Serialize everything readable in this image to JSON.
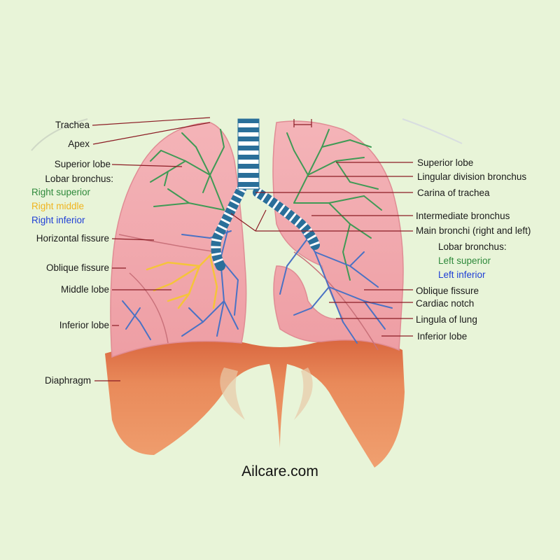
{
  "labels_left": {
    "trachea": "Trachea",
    "apex": "Apex",
    "superior_lobe": "Superior lobe",
    "lobar_bronchus": "Lobar bronchus:",
    "right_superior": "Right superior",
    "right_middle": "Right middle",
    "right_inferior": "Right inferior",
    "horizontal_fissure": "Horizontal fissure",
    "oblique_fissure": "Oblique fissure",
    "middle_lobe": "Middle lobe",
    "inferior_lobe": "Inferior lobe",
    "diaphragm": "Diaphragm"
  },
  "labels_right": {
    "superior_lobe": "Superior lobe",
    "lingular_division_bronchus": "Lingular division bronchus",
    "carina_of_trachea": "Carina of trachea",
    "intermediate_bronchus": "Intermediate bronchus",
    "main_bronchi": "Main bronchi (right and left)",
    "lobar_bronchus": "Lobar bronchus:",
    "left_superior": "Left superior",
    "left_inferior": "Left inferior",
    "oblique_fissure": "Oblique fissure",
    "cardiac_notch": "Cardiac notch",
    "lingula_of_lung": "Lingula of lung",
    "inferior_lobe": "Inferior lobe"
  },
  "watermark": "Ailcare.com",
  "colors": {
    "background": "#e8f4d8",
    "lung": "#f2a6ac",
    "diaphragm": "#e5875a",
    "bronchi_superior": "#3f9a55",
    "bronchi_middle": "#f5c43a",
    "bronchi_inferior": "#4a72c4",
    "trachea": "#2a6f9a"
  }
}
